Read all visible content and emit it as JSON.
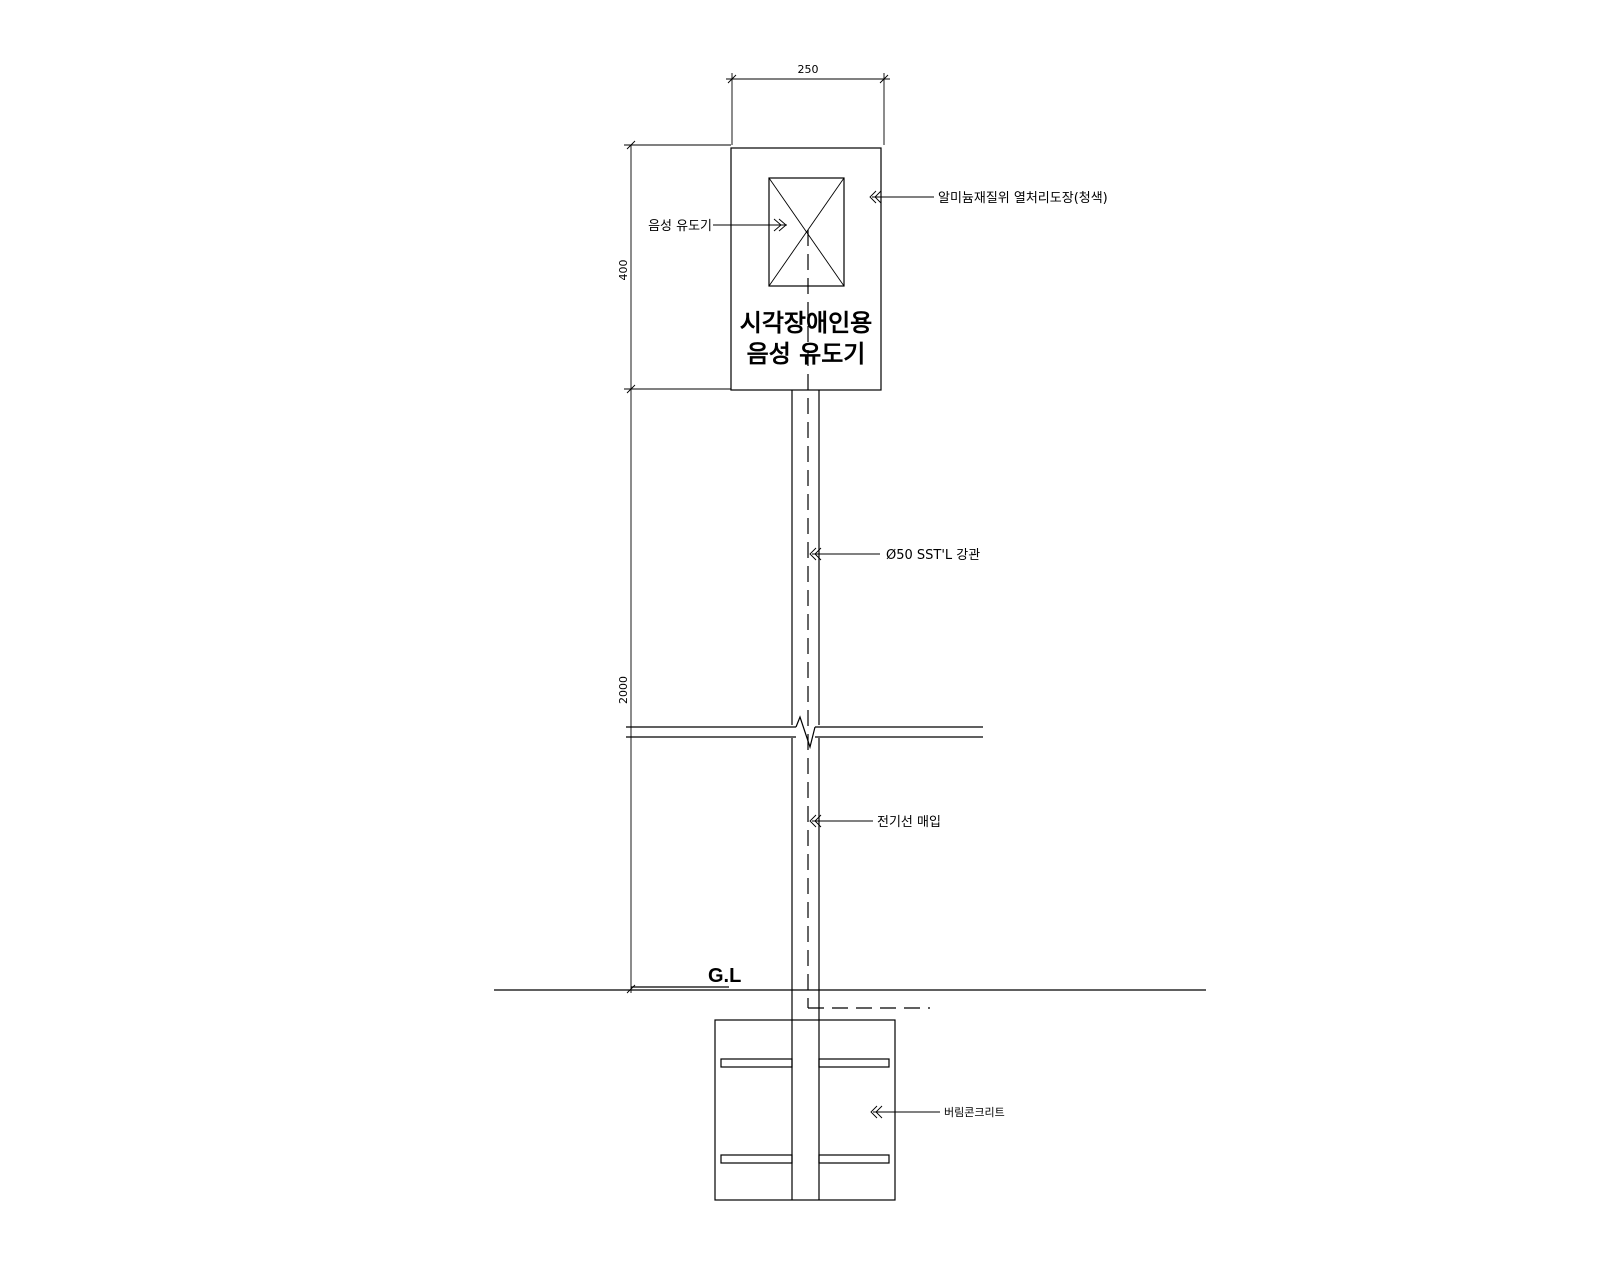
{
  "dimensions": {
    "width": "250",
    "sign_height": "400",
    "pole_height": "2000"
  },
  "sign": {
    "line1": "시각장애인용",
    "line2": "음성 유도기"
  },
  "labels": {
    "voice_guide": "음성 유도기",
    "aluminum_panel": "알미늄재질위 열처리도장(청색)",
    "pipe": "Ø50  SST'L 강관",
    "wire": "전기선 매입",
    "concrete": "버림콘크리트",
    "ground_level": "G.L"
  }
}
